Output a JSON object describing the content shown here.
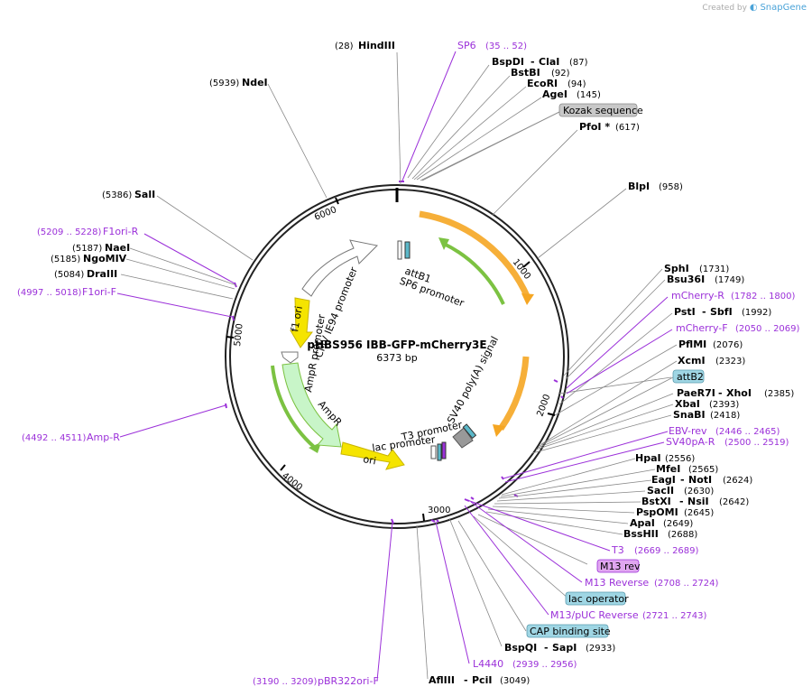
{
  "credit": {
    "prefix": "Created by",
    "brand": "SnapGene"
  },
  "plasmid": {
    "name": "pHBS956 IBB-GFP-mCherry3E",
    "length": "6373 bp"
  },
  "ticks": [
    "1000",
    "2000",
    "3000",
    "4000",
    "5000",
    "6000"
  ],
  "enzymes": [
    {
      "pos": "(28)",
      "name": "HindIII"
    },
    {
      "name": "BspDI",
      "name2": "ClaI",
      "pos": "(87)"
    },
    {
      "name": "BstBI",
      "pos": "(92)"
    },
    {
      "name": "EcoRI",
      "pos": "(94)"
    },
    {
      "name": "AgeI",
      "pos": "(145)"
    },
    {
      "name": "PfoI *",
      "pos": "(617)"
    },
    {
      "name": "BlpI",
      "pos": "(958)"
    },
    {
      "pos": "(5939)",
      "name": "NdeI"
    },
    {
      "pos": "(5386)",
      "name": "SalI"
    },
    {
      "pos": "(5187)",
      "name": "NaeI"
    },
    {
      "pos": "(5185)",
      "name": "NgoMIV"
    },
    {
      "pos": "(5084)",
      "name": "DraIII"
    },
    {
      "name": "SphI",
      "pos": "(1731)"
    },
    {
      "name": "Bsu36I",
      "pos": "(1749)"
    },
    {
      "name": "PstI",
      "name2": "SbfI",
      "pos": "(1992)"
    },
    {
      "name": "PflMI",
      "pos": "(2076)"
    },
    {
      "name": "XcmI",
      "pos": "(2323)"
    },
    {
      "name": "PaeR7I",
      "name2": "XhoI",
      "pos": "(2385)"
    },
    {
      "name": "XbaI",
      "pos": "(2393)"
    },
    {
      "name": "SnaBI",
      "pos": "(2418)"
    },
    {
      "name": "HpaI",
      "pos": "(2556)"
    },
    {
      "name": "MfeI",
      "pos": "(2565)"
    },
    {
      "name": "EagI",
      "name2": "NotI",
      "pos": "(2624)"
    },
    {
      "name": "SacII",
      "pos": "(2630)"
    },
    {
      "name": "BstXI",
      "name2": "NsiI",
      "pos": "(2642)"
    },
    {
      "name": "PspOMI",
      "pos": "(2645)"
    },
    {
      "name": "ApaI",
      "pos": "(2649)"
    },
    {
      "name": "BssHII",
      "pos": "(2688)"
    },
    {
      "name": "BspQI",
      "name2": "SapI",
      "pos": "(2933)"
    },
    {
      "name": "AflIII",
      "name2": "PciI",
      "pos": "(3049)"
    }
  ],
  "primers": [
    {
      "name": "SP6",
      "range": "(35 .. 52)"
    },
    {
      "range": "(5209 .. 5228)",
      "name": "F1ori-R"
    },
    {
      "range": "(4997 .. 5018)",
      "name": "F1ori-F"
    },
    {
      "range": "(4492 .. 4511)",
      "name": "Amp-R"
    },
    {
      "name": "mCherry-R",
      "range": "(1782 .. 1800)"
    },
    {
      "name": "mCherry-F",
      "range": "(2050 .. 2069)"
    },
    {
      "name": "EBV-rev",
      "range": "(2446 .. 2465)"
    },
    {
      "name": "SV40pA-R",
      "range": "(2500 .. 2519)"
    },
    {
      "name": "T3",
      "range": "(2669 .. 2689)"
    },
    {
      "name": "M13 Reverse",
      "range": "(2708 .. 2724)"
    },
    {
      "name": "M13/pUC Reverse",
      "range": "(2721 .. 2743)"
    },
    {
      "name": "L4440",
      "range": "(2939 .. 2956)"
    },
    {
      "range": "(3190 .. 3209)",
      "name": "pBR322ori-F"
    }
  ],
  "boxed_features": [
    {
      "name": "Kozak sequence",
      "color": "#c8c8c8"
    },
    {
      "name": "attB2",
      "color": "#9fd6e4"
    },
    {
      "name": "M13 rev",
      "color": "#e0a6f0"
    },
    {
      "name": "lac operator",
      "color": "#9fd6e4"
    },
    {
      "name": "CAP binding site",
      "color": "#9fd6e4"
    }
  ],
  "inner_labels": {
    "attB1": "attB1",
    "sp6_promoter": "SP6 promoter",
    "sv40": "SV40 poly(A) signal",
    "t3": "T3 promoter",
    "lac": "lac promoter",
    "ori": "ori",
    "ampr": "AmpR",
    "ampr_promoter": "AmpR promoter",
    "cmv": "CMV IE94 promoter",
    "f1": "f1 ori"
  },
  "colors": {
    "primer": "#9b30d9",
    "orange_feature": "#f5a623",
    "green_feature": "#7cc242",
    "yellow_feature": "#f5e400",
    "ampr_fill": "#c8f5c8"
  }
}
